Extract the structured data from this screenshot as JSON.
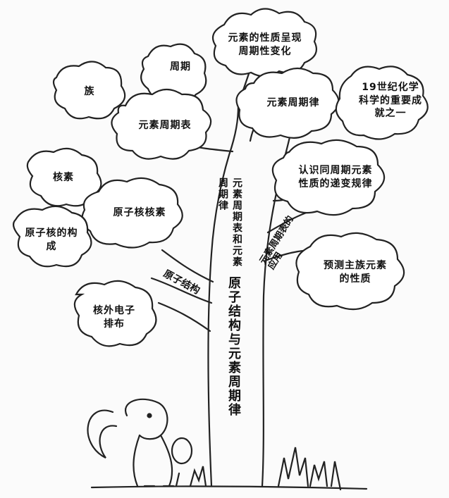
{
  "title": "原子结构与元素周期律",
  "branches": {
    "left_lower": "原子结构",
    "center_upper": "元素周期表和元素周期律",
    "right_lower": "元素周期表的应用"
  },
  "nodes": {
    "periodic_property": "元素的性质呈现周期性变化",
    "period": "周期",
    "group": "族",
    "periodic_table": "元素周期表",
    "periodic_law": "元素周期律",
    "achievement": "19世纪化学科学的重要成就之一",
    "nuclide": "核素",
    "recognize_trend": "认识同周期元素性质的递变规律",
    "nucleus_nuclide": "原子核核素",
    "nucleus_composition": "原子核的构成",
    "predict": "预测主族元素的性质",
    "electron_arrangement": "核外电子排布"
  }
}
